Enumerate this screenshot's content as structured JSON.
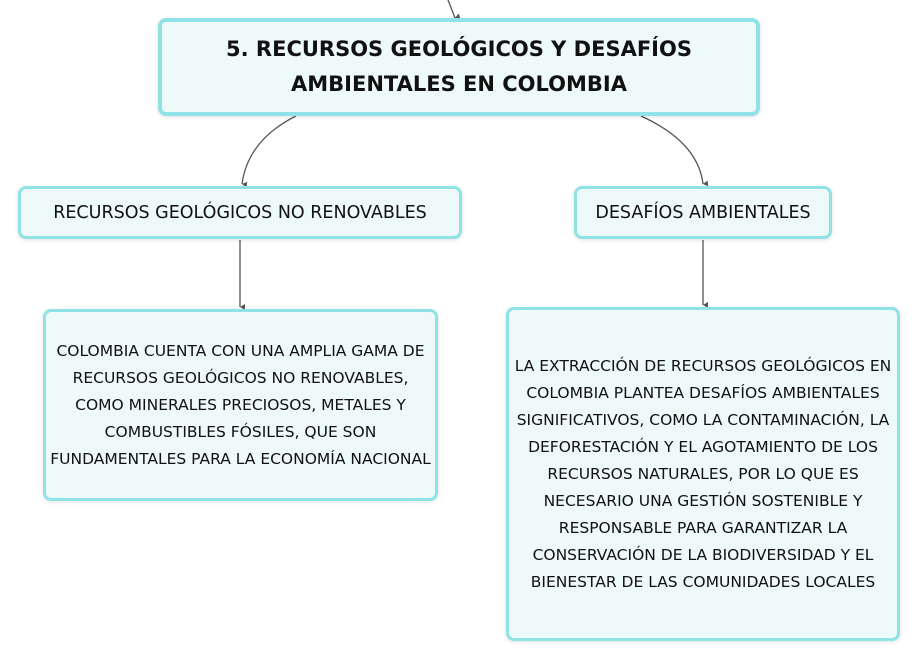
{
  "map": {
    "main_title": "5. RECURSOS GEOLÓGICOS Y DESAFÍOS AMBIENTALES EN COLOMBIA",
    "left_branch": {
      "title": "RECURSOS GEOLÓGICOS NO RENOVABLES",
      "text": "COLOMBIA CUENTA CON UNA AMPLIA GAMA DE RECURSOS GEOLÓGICOS NO RENOVABLES, COMO MINERALES PRECIOSOS, METALES Y COMBUSTIBLES FÓSILES, QUE SON FUNDAMENTALES PARA LA ECONOMÍA NACIONAL"
    },
    "right_branch": {
      "title": "DESAFÍOS AMBIENTALES",
      "text": "LA EXTRACCIÓN DE RECURSOS GEOLÓGICOS EN COLOMBIA PLANTEA DESAFÍOS AMBIENTALES SIGNIFICATIVOS, COMO LA CONTAMINACIÓN, LA DEFORESTACIÓN Y EL AGOTAMIENTO DE LOS RECURSOS NATURALES, POR LO QUE ES NECESARIO UNA GESTIÓN SOSTENIBLE Y RESPONSABLE PARA GARANTIZAR LA CONSERVACIÓN DE LA BIODIVERSIDAD Y EL BIENESTAR DE LAS COMUNIDADES LOCALES"
    }
  },
  "colors": {
    "node_fill": "#eef9fa",
    "node_border": "#8fe3e6",
    "connector": "#555555"
  }
}
